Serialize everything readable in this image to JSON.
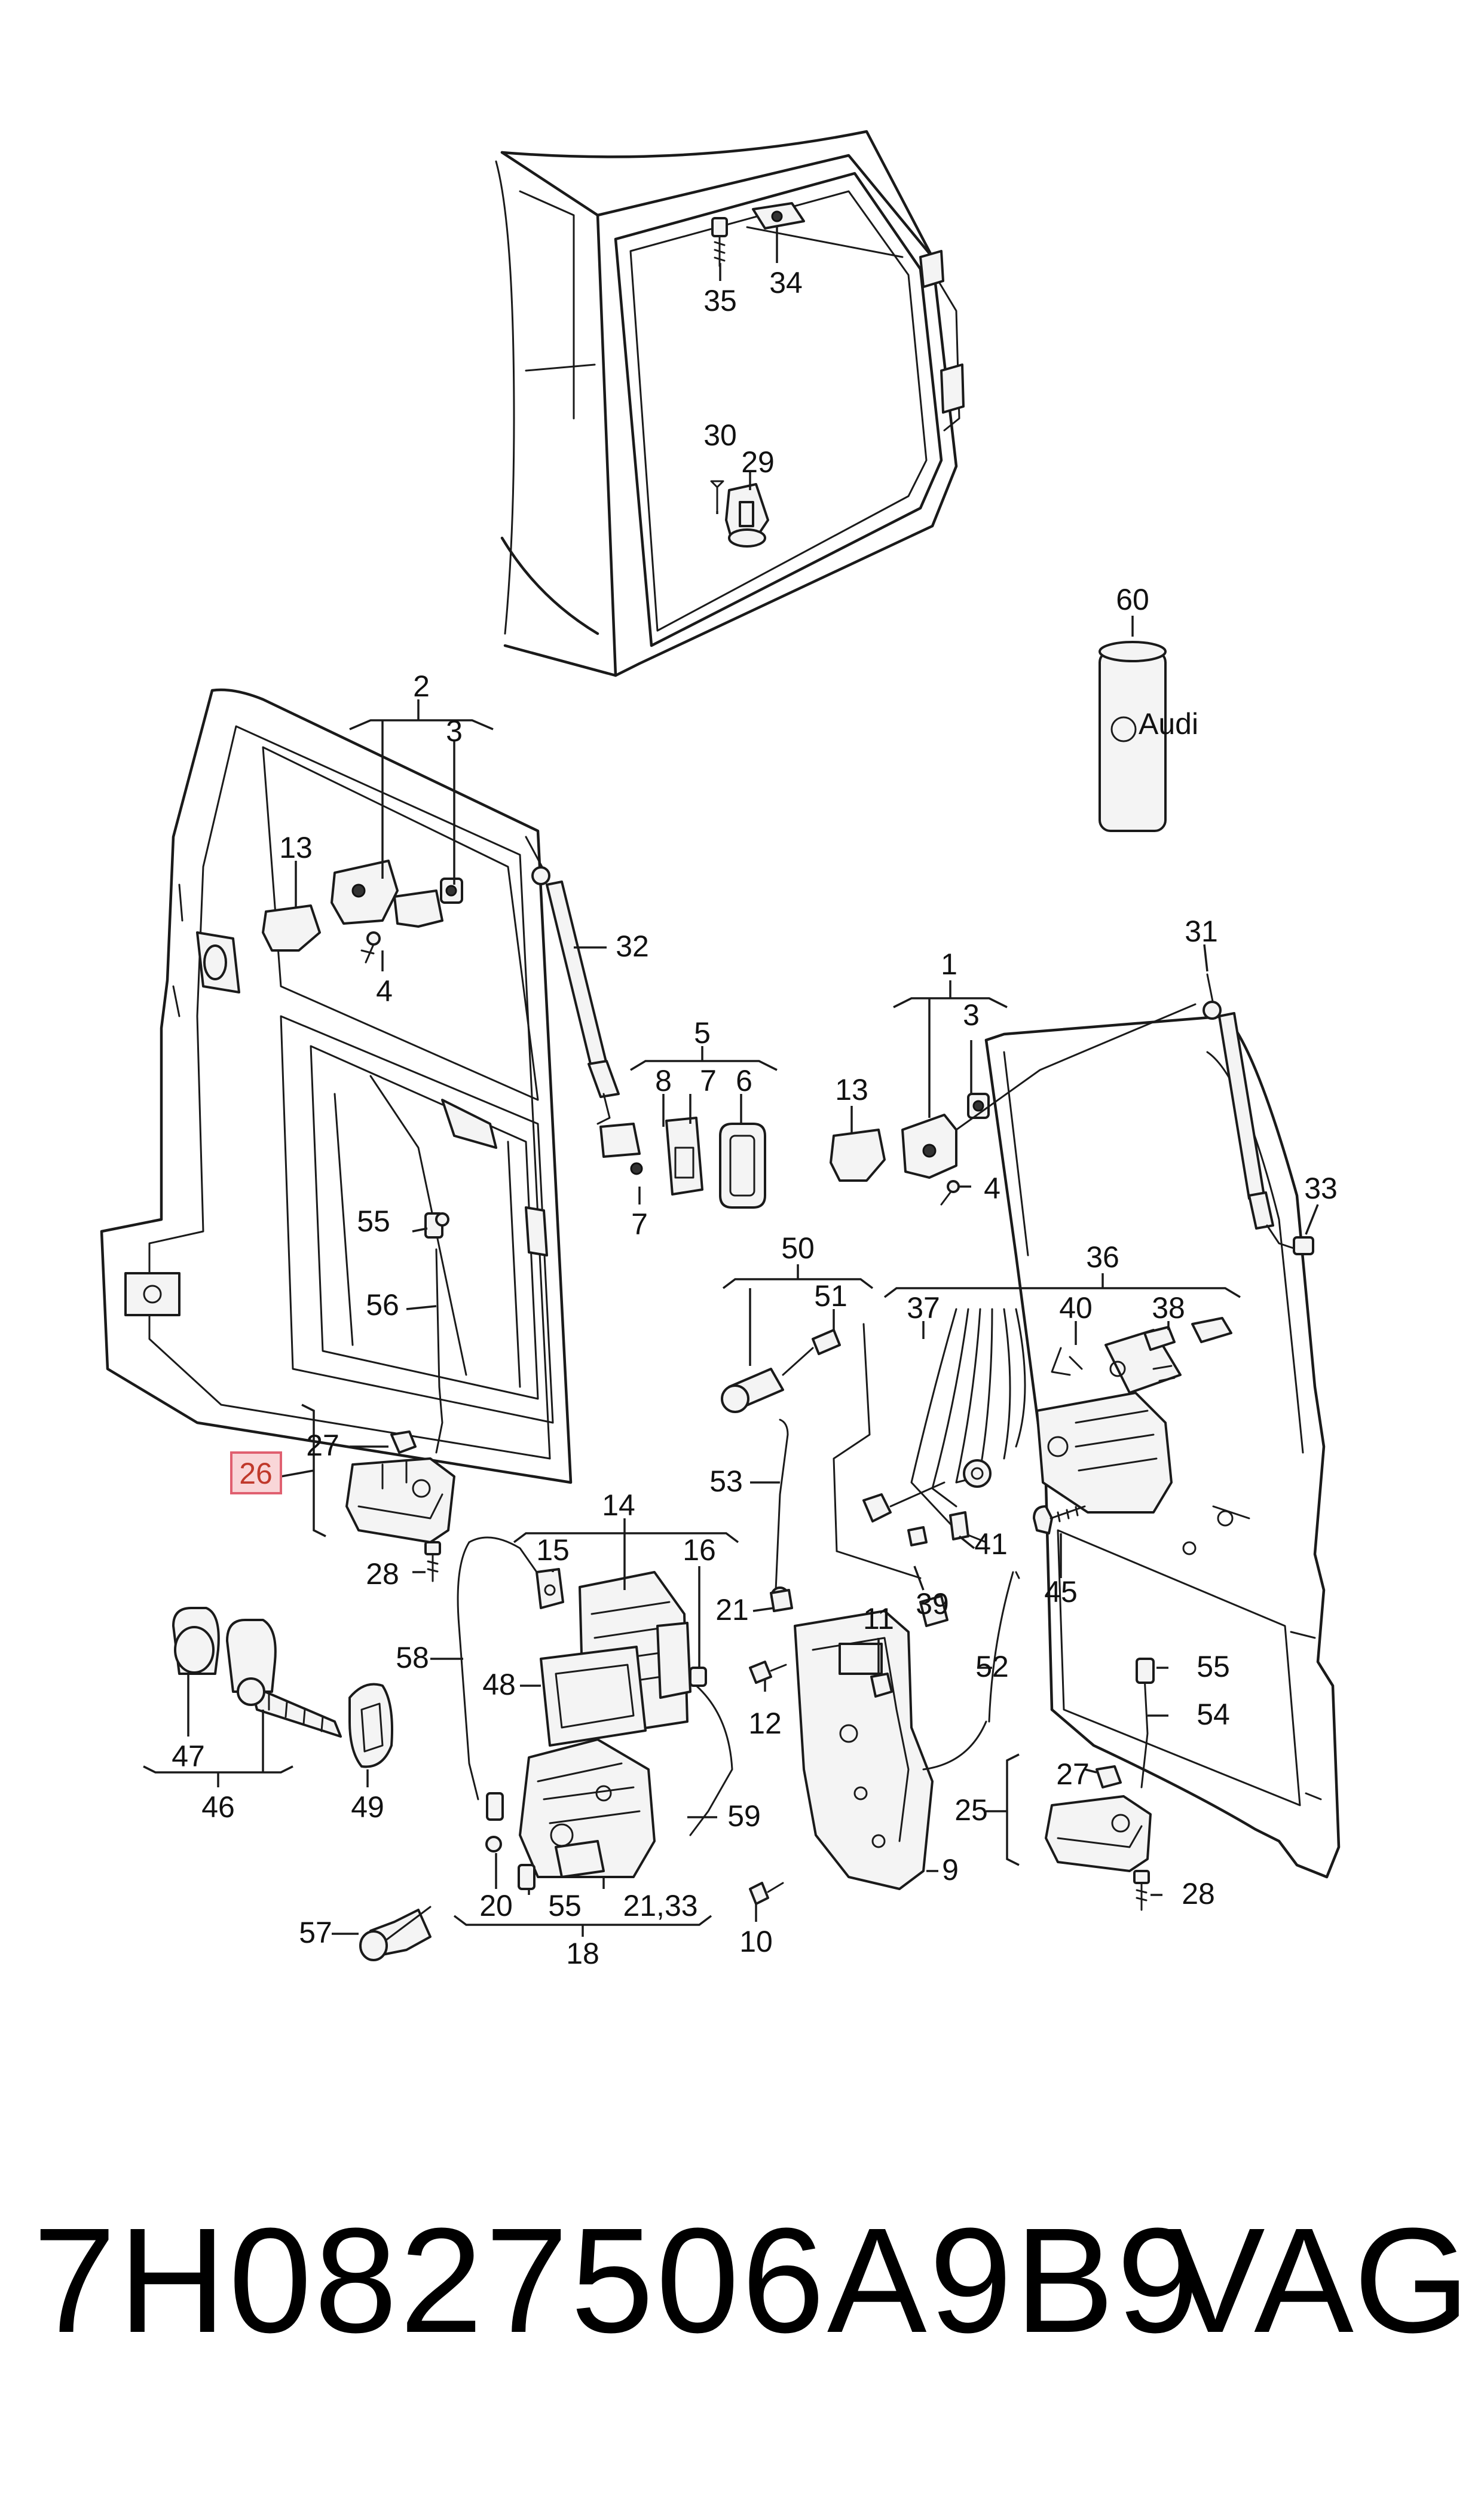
{
  "footer": {
    "part_number": "7H0827506A9B9",
    "brand": "VAG"
  },
  "highlighted_callout": "26",
  "callouts": {
    "c1": "1",
    "c2": "2",
    "c3a": "3",
    "c3b": "3",
    "c4a": "4",
    "c4b": "4",
    "c5": "5",
    "c6": "6",
    "c7a": "7",
    "c7b": "7",
    "c8": "8",
    "c9": "9",
    "c10": "10",
    "c11": "11",
    "c12": "12",
    "c13a": "13",
    "c13b": "13",
    "c14": "14",
    "c15": "15",
    "c16": "16",
    "c18": "18",
    "c20": "20",
    "c21a": "21",
    "c21_33": "21,33",
    "c25": "25",
    "c26": "26",
    "c27a": "27",
    "c27b": "27",
    "c28a": "28",
    "c28b": "28",
    "c29": "29",
    "c30": "30",
    "c31": "31",
    "c32": "32",
    "c33": "33",
    "c34": "34",
    "c35": "35",
    "c36": "36",
    "c37": "37",
    "c38": "38",
    "c39": "39",
    "c40": "40",
    "c41": "41",
    "c45": "45",
    "c46": "46",
    "c47": "47",
    "c48": "48",
    "c49": "49",
    "c50": "50",
    "c51": "51",
    "c52": "52",
    "c53": "53",
    "c54": "54",
    "c55a": "55",
    "c55b": "55",
    "c55c": "55",
    "c56": "56",
    "c57": "57",
    "c58": "58",
    "c59": "59",
    "c60": "60"
  },
  "colors": {
    "highlight_fill": "#f9d6d8",
    "highlight_stroke": "#e06070",
    "line": "#1a1a1a"
  }
}
